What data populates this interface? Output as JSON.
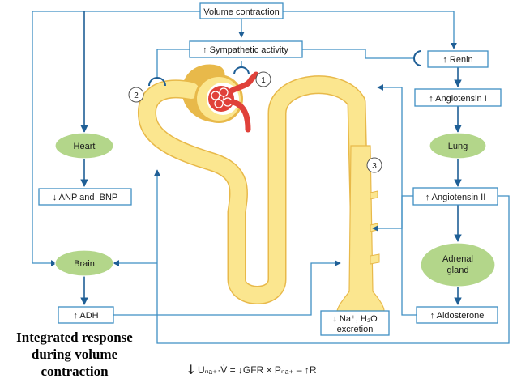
{
  "diagram": {
    "nodes": {
      "volume_contraction": "Volume contraction",
      "sympathetic_activity": "↑ Sympathetic activity",
      "renin": "↑ Renin",
      "angiotensin_1": "↑ Angiotensin I",
      "lung": "Lung",
      "angiotensin_2": "↑ Angiotensin II",
      "adrenal_line1": "Adrenal",
      "adrenal_line2": "gland",
      "aldosterone": "↑ Aldosterone",
      "heart": "Heart",
      "anp_bnp": "↓ ANP and  BNP",
      "brain": "Brain",
      "adh": "↑ ADH",
      "excretion_line1": "↓ Na⁺, H₂O",
      "excretion_line2": "excretion"
    },
    "markers": [
      "1",
      "2",
      "3"
    ]
  },
  "caption": {
    "line1": "Integrated response",
    "line2": "during volume",
    "line3": "contraction"
  },
  "formula": {
    "arrow": "↓",
    "text": "Uₙₐ₊·V̇ = ↓GFR × Pₙₐ₊ – ↑R"
  },
  "colors": {
    "arrow_blue": "#3f8fc4",
    "oval_green": "#b3d68a",
    "nephron_yellow": "#fbe68f",
    "glomerulus_red": "#e0413a"
  }
}
